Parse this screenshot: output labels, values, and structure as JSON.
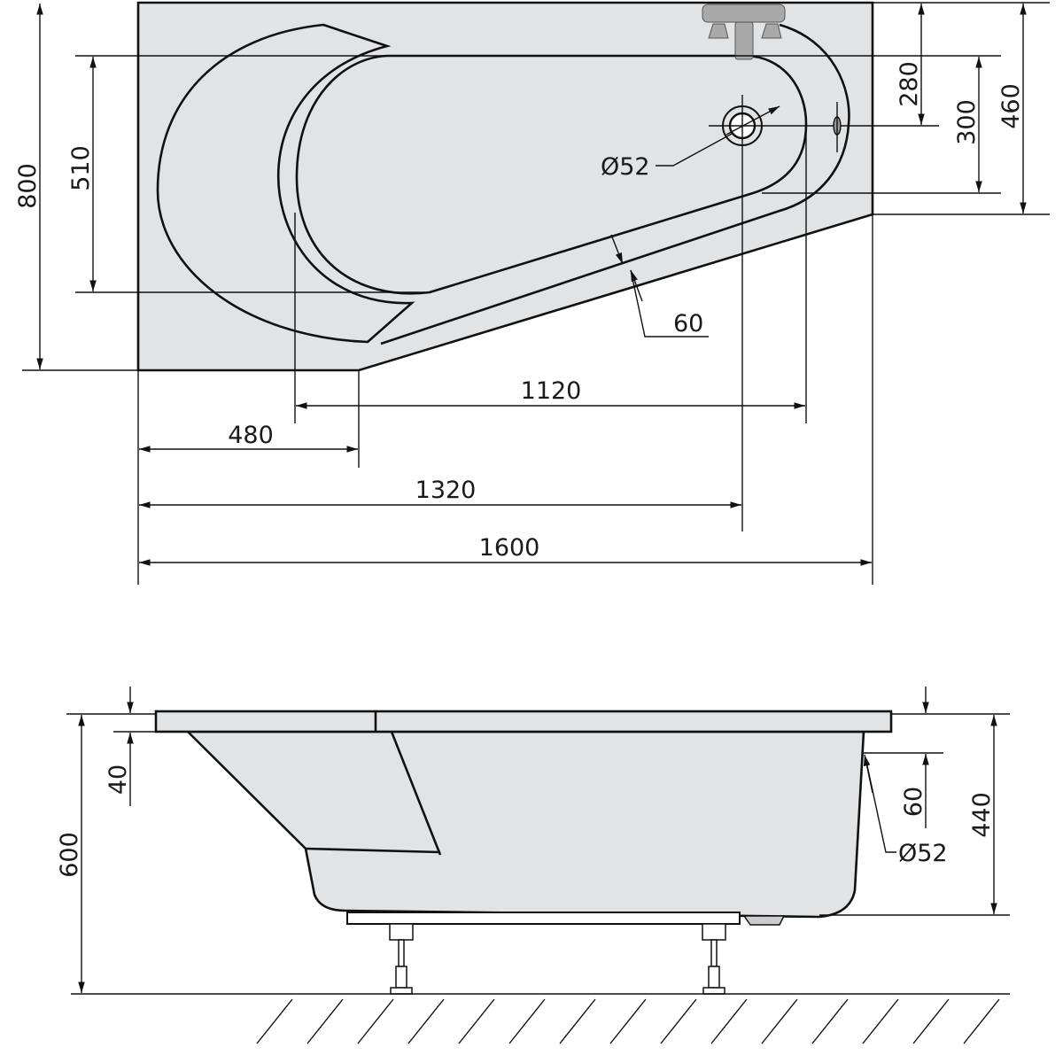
{
  "top_view": {
    "dimensions": {
      "total_width": "800",
      "inner_width": "510",
      "overflow_offset": "280",
      "drain_inner": "300",
      "right_end_width": "460",
      "drain_diameter": "Ø52",
      "rim_width": "60",
      "inner_length": "1120",
      "short_side": "480",
      "drain_position": "1320",
      "total_length": "1600"
    }
  },
  "side_view": {
    "dimensions": {
      "total_height": "600",
      "rim_thickness": "40",
      "overflow_height": "60",
      "overflow_diameter": "Ø52",
      "depth": "440"
    }
  },
  "colors": {
    "body": "#e2e3e5",
    "faucet": "#a9a9a9",
    "line": "#111111"
  }
}
